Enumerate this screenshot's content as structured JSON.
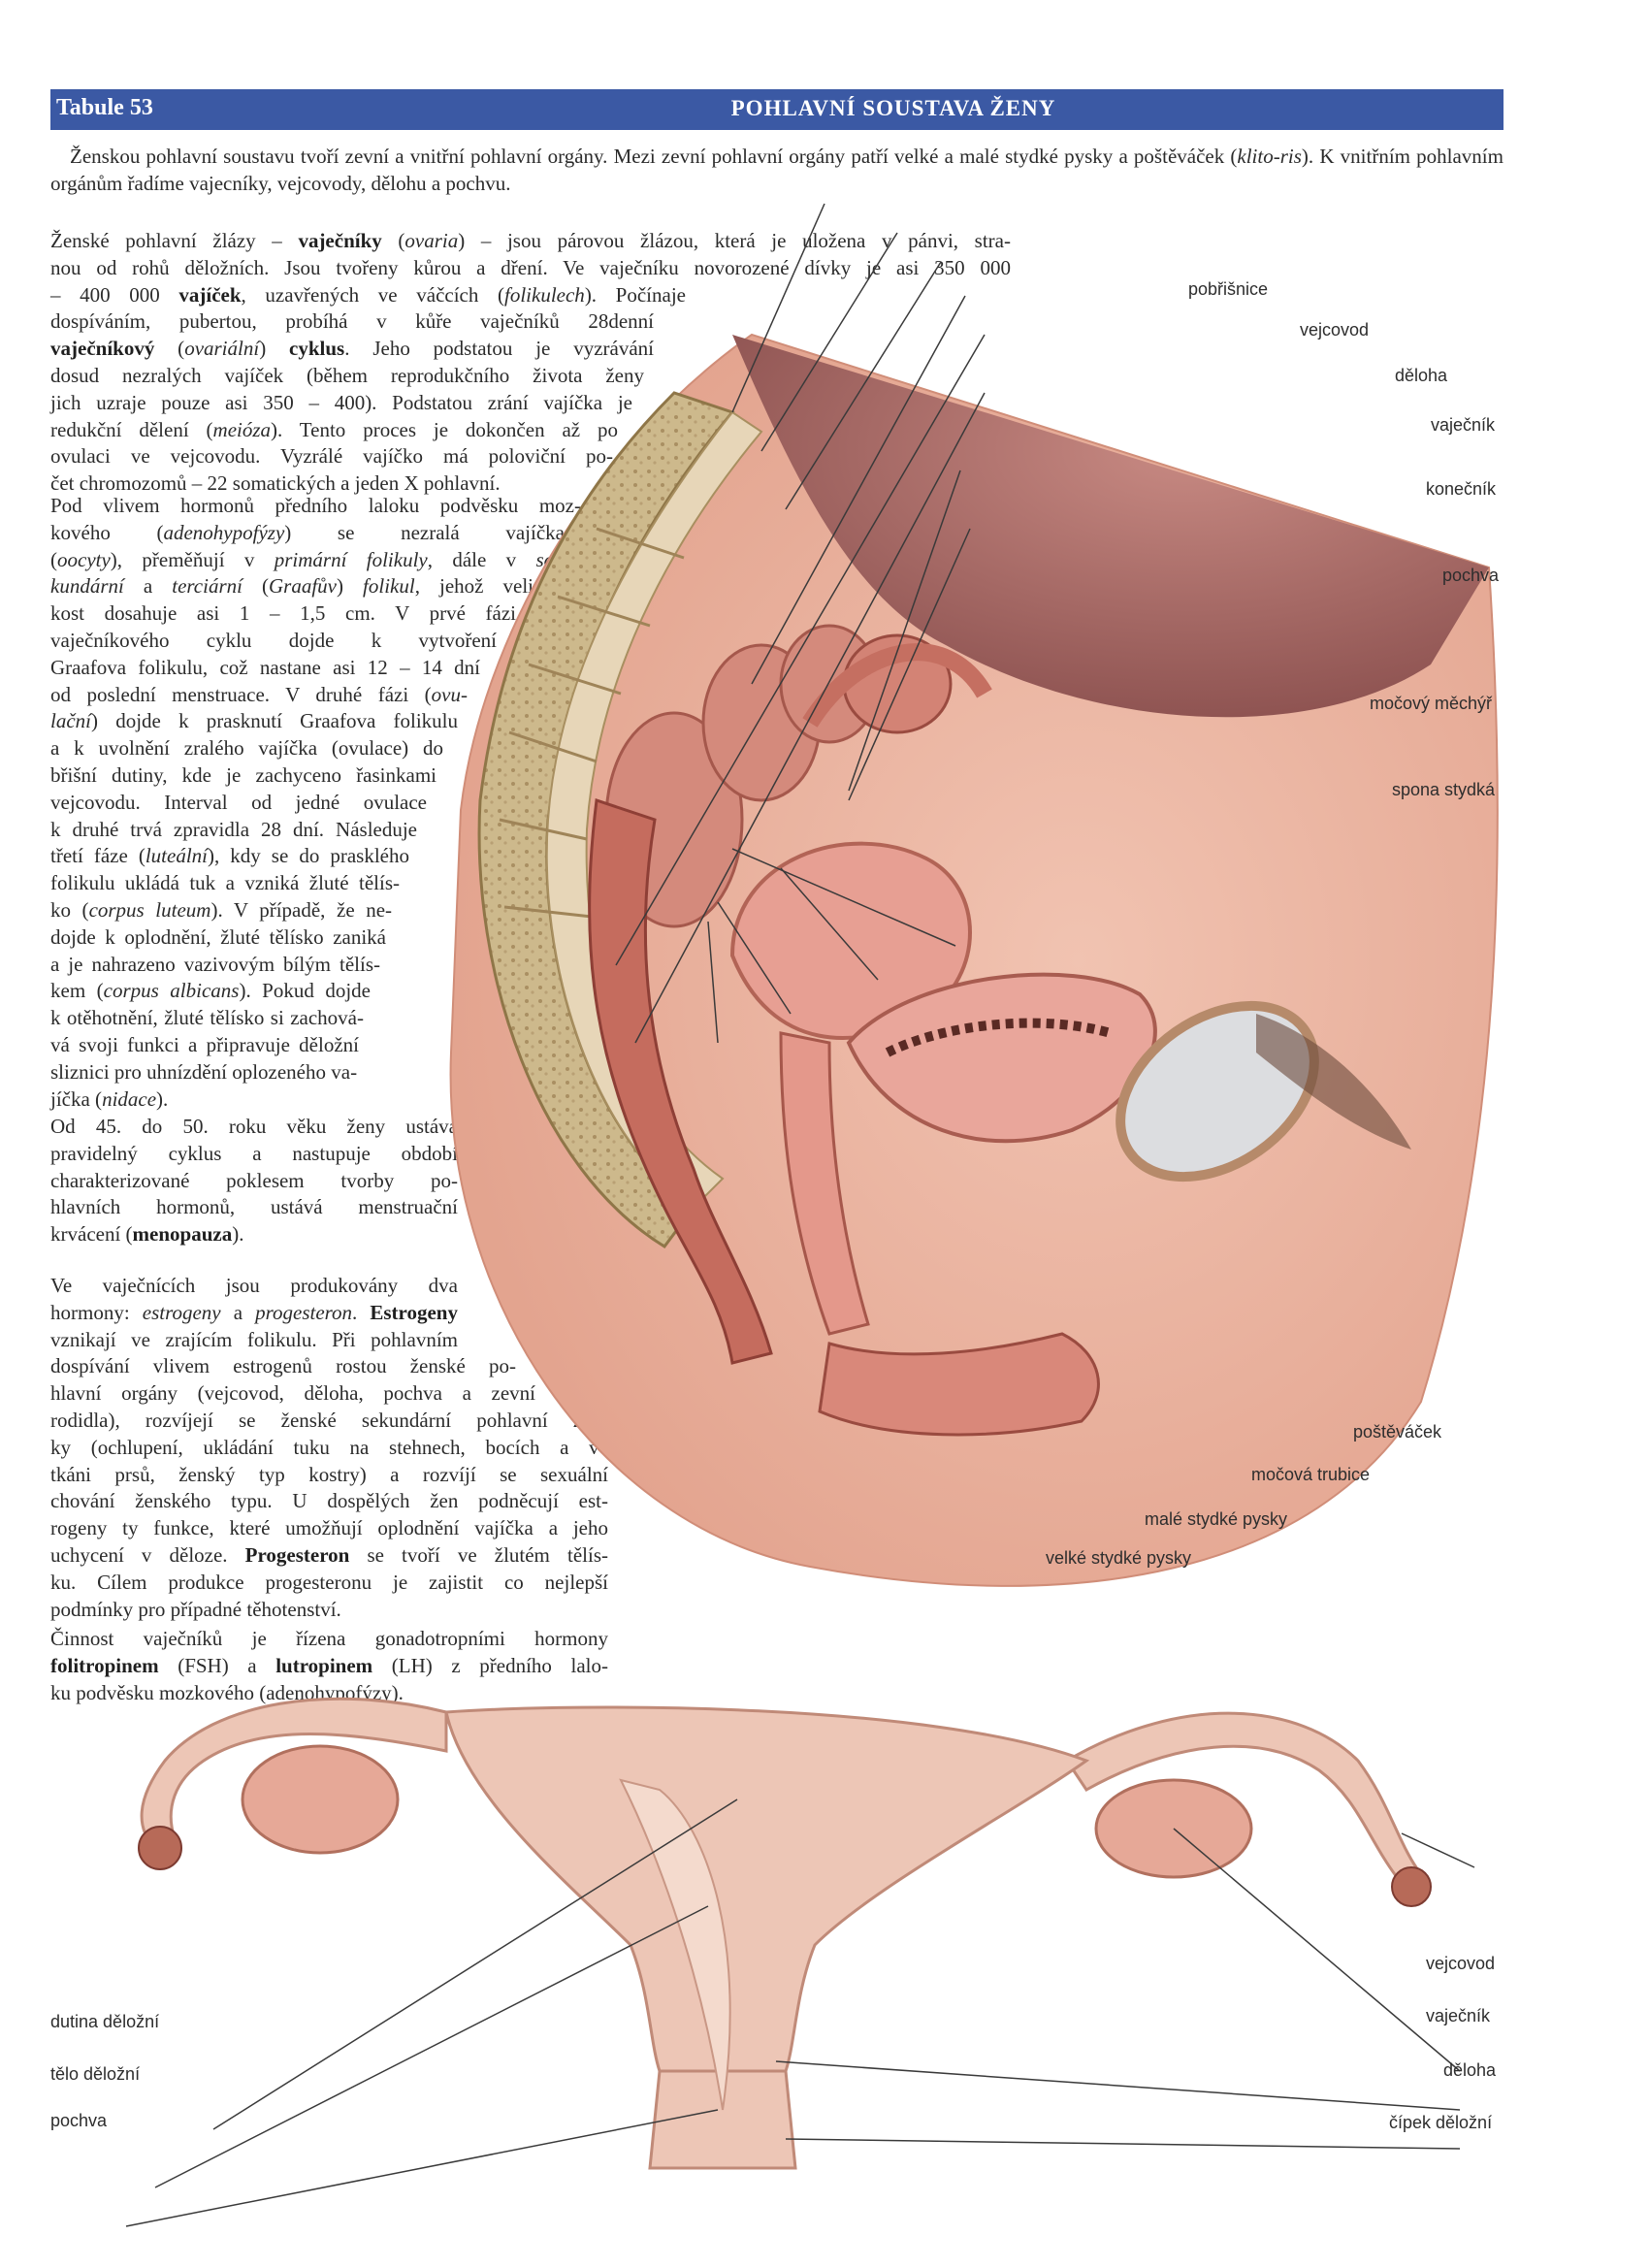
{
  "header": {
    "table_number": "Tabule 53",
    "title": "POHLAVNÍ SOUSTAVA ŽENY"
  },
  "intro": {
    "l1_a": "Ženskou pohlavní soustavu tvoří zevní a vnitřní pohlavní orgány. Mezi zevní pohlavní orgány patří velké a malé stydké pysky a poštěváček (",
    "l1_i": "klito-",
    "l2_i": "ris",
    "l2_b": "). K vnitřním pohlavním orgánům řadíme vajecníky, vejcovody, dělohu a pochvu."
  },
  "body": {
    "p1": [
      [
        "Ženské pohlavní žlázy – ",
        {
          "b": "vaječníky"
        },
        " (",
        {
          "i": "ovaria"
        },
        ") – jsou párovou žlázou, která je uložena v pánvi, stra-"
      ],
      [
        "nou od rohů děložních. Jsou tvořeny kůrou a dření. Ve vaječníku novorozené dívky je asi 350 000"
      ],
      [
        "– 400 000 ",
        {
          "b": "vajíček"
        },
        ", uzavřených ve váčcích (",
        {
          "i": "folikulech"
        },
        "). Počínaje"
      ],
      [
        "dospíváním, pubertou, probíhá v kůře vaječníků 28denní"
      ],
      [
        {
          "b": "vaječníkový"
        },
        " (",
        {
          "i": "ovariální"
        },
        ") ",
        {
          "b": "cyklus"
        },
        ". Jeho podstatou je vyzrávání"
      ],
      [
        "dosud nezralých vajíček (během reprodukčního života ženy"
      ],
      [
        "jich uzraje pouze asi 350 – 400). Podstatou zrání vajíčka je"
      ],
      [
        "redukční dělení (",
        {
          "i": "meióza"
        },
        "). Tento proces je dokončen až po"
      ],
      [
        "ovulaci ve vejcovodu. Vyzrálé vajíčko má poloviční po-"
      ],
      [
        "čet chromozomů – 22 somatických a jeden X pohlavní."
      ]
    ],
    "p2": [
      [
        "  Pod vlivem hormonů předního laloku podvěsku moz-"
      ],
      [
        "kového (",
        {
          "i": "adenohypofýzy"
        },
        ") se nezralá vajíčka"
      ],
      [
        "(",
        {
          "i": "oocyty"
        },
        "), přeměňují v ",
        {
          "i": "primární folikuly"
        },
        ", dále v ",
        {
          "i": "se-"
        }
      ],
      [
        {
          "i": "kundární"
        },
        " a ",
        {
          "i": "terciární"
        },
        " (",
        {
          "i": "Graafův"
        },
        ") ",
        {
          "i": "folikul"
        },
        ", jehož veli-"
      ],
      [
        "kost dosahuje asi 1 – 1,5 cm. V prvé fázi"
      ],
      [
        "vaječníkového cyklu dojde k vytvoření"
      ],
      [
        "Graafova folikulu, což nastane asi 12 – 14 dní"
      ],
      [
        "od poslední menstruace. V druhé fázi (",
        {
          "i": "ovu-"
        }
      ],
      [
        {
          "i": "lační"
        },
        ") dojde k prasknutí Graafova folikulu"
      ],
      [
        "a k uvolnění zralého vajíčka (ovulace) do"
      ],
      [
        "břišní dutiny, kde je zachyceno řasinkami"
      ],
      [
        "vejcovodu. Interval od jedné ovulace"
      ],
      [
        "k druhé trvá zpravidla 28 dní. Následuje"
      ],
      [
        "třetí fáze (",
        {
          "i": "luteální"
        },
        "), kdy se do prasklého"
      ],
      [
        "folikulu ukládá tuk a vzniká žluté tělís-"
      ],
      [
        "ko (",
        {
          "i": "corpus luteum"
        },
        "). V případě, že ne-"
      ],
      [
        "dojde k oplodnění, žluté tělísko zaniká"
      ],
      [
        "a je nahrazeno vazivovým bílým tělís-"
      ],
      [
        "kem (",
        {
          "i": "corpus albicans"
        },
        "). Pokud dojde"
      ],
      [
        "k otěhotnění, žluté tělísko si zachová-"
      ],
      [
        "vá svoji funkci a připravuje děložní"
      ],
      [
        "sliznici pro uhnízdění oplozeného va-"
      ],
      [
        "jíčka (",
        {
          "i": "nidace"
        },
        ")."
      ]
    ],
    "p3": [
      [
        "  Od 45. do 50. roku věku ženy ustává"
      ],
      [
        "pravidelný cyklus a nastupuje období"
      ],
      [
        "charakterizované poklesem tvorby po-"
      ],
      [
        "hlavních hormonů, ustává menstruační"
      ],
      [
        "krvácení (",
        {
          "b": "menopauza"
        },
        ")."
      ]
    ],
    "p4": [
      [
        "  Ve vaječnících jsou produkovány dva"
      ],
      [
        "hormony: ",
        {
          "i": "estrogeny"
        },
        " a ",
        {
          "i": "progesteron"
        },
        ". ",
        {
          "b": "Estrogeny"
        }
      ],
      [
        "vznikají ve zrajícím folikulu. Při pohlavním"
      ],
      [
        "dospívání vlivem estrogenů rostou ženské po-"
      ],
      [
        "hlavní orgány (vejcovod, děloha, pochva a zevní"
      ],
      [
        "rodidla), rozvíjejí se ženské sekundární pohlavní zna-"
      ],
      [
        "ky (ochlupení, ukládání tuku na stehnech, bocích a ve"
      ],
      [
        "tkáni prsů, ženský typ kostry) a rozvíjí se sexuální"
      ],
      [
        "chování ženského typu. U dospělých žen podněcují est-"
      ],
      [
        "rogeny ty funkce, které umožňují oplodnění vajíčka a jeho"
      ],
      [
        "uchycení v děloze. ",
        {
          "b": "Progesteron"
        },
        " se tvoří ve žlutém tělís-"
      ],
      [
        "ku. Cílem produkce progesteronu je zajistit co nejlepší"
      ],
      [
        "podmínky pro případné těhotenství."
      ]
    ],
    "p5": [
      [
        "  Činnost vaječníků je řízena gonadotropními hormony"
      ],
      [
        {
          "b": "folitropinem"
        },
        " (FSH) a ",
        {
          "b": "lutropinem"
        },
        " (LH) z předního lalo-"
      ],
      [
        "ku podvěsku mozkového (adenohypofýzy)."
      ]
    ]
  },
  "figure1_labels": [
    "pobřišnice",
    "vejcovod",
    "děloha",
    "vaječník",
    "konečník",
    "pochva",
    "močový měchýř",
    "spona stydká",
    "poštěváček",
    "močová trubice",
    "malé stydké pysky",
    "velké stydké pysky"
  ],
  "figure2_labels": {
    "left": [
      "dutina děložní",
      "tělo děložní",
      "pochva"
    ],
    "right": [
      "vejcovod",
      "vaječník",
      "děloha",
      "čípek děložní"
    ]
  },
  "colors": {
    "header_bg": "#3b59a4",
    "tissue": "#e8a59a",
    "tissue_dark": "#c76b5c",
    "bone": "#d9c9a3",
    "skin": "#f2c6b4"
  }
}
